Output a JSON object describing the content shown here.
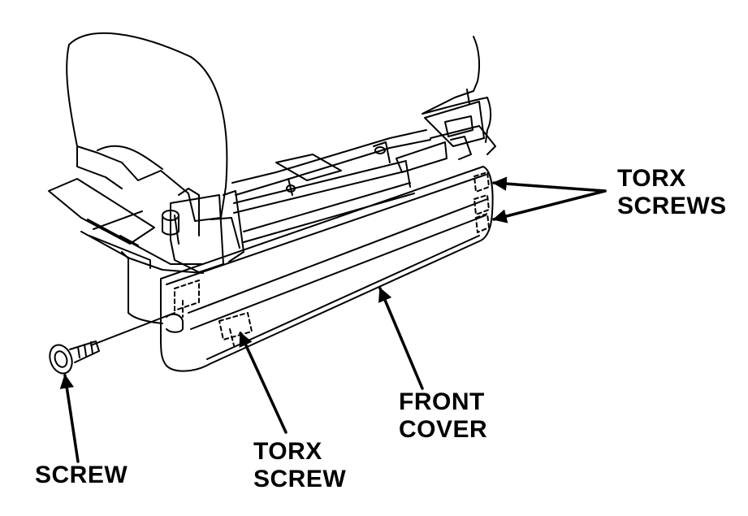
{
  "labels": {
    "torx_screws": {
      "line1": "TORX",
      "line2": "SCREWS"
    },
    "front_cover": {
      "line1": "FRONT",
      "line2": "COVER"
    },
    "torx_screw": {
      "line1": "TORX",
      "line2": "SCREW"
    },
    "screw": {
      "line1": "SCREW"
    }
  },
  "colors": {
    "ink": "#000000",
    "paper": "#ffffff"
  }
}
